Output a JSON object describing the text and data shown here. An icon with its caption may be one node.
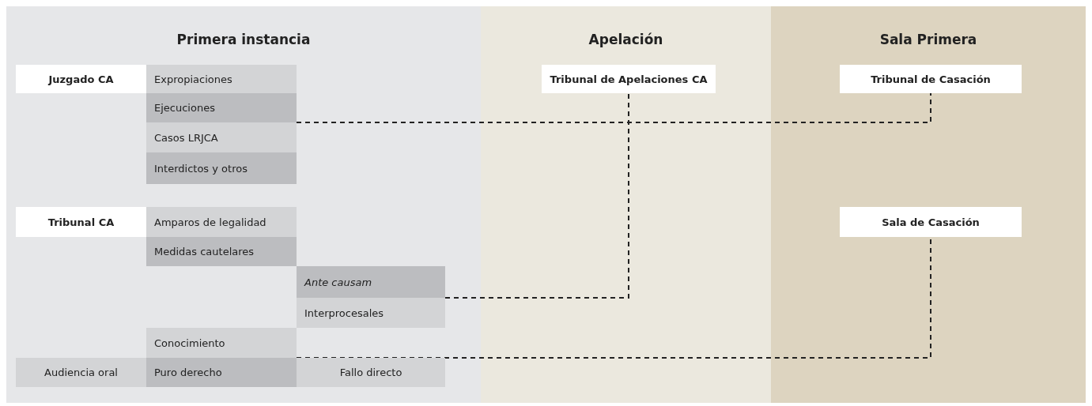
{
  "diagram": {
    "nodes": [
      {
        "text": [
          "Primera instancia"
        ]
      },
      {
        "text": [
          "Apelación"
        ]
      },
      {
        "text": [
          "Sala Primera"
        ]
      },
      {
        "text": [
          "Juzgado CA"
        ],
        "in": 0
      },
      {
        "text": [
          "Expropiaciones"
        ],
        "in": 0
      },
      {
        "text": [
          "Ejecuciones"
        ],
        "in": 0
      },
      {
        "text": [
          "Casos LRJCA"
        ],
        "in": 0
      },
      {
        "text": [
          "Interdictos y otros"
        ],
        "in": 0
      },
      {
        "text": [
          "Tribunal CA"
        ],
        "in": 0
      },
      {
        "text": [
          "Amparos de legalidad"
        ],
        "in": 0
      },
      {
        "text": [
          "Medidas cautelares"
        ],
        "in": 0
      },
      {
        "text": [
          "Ante causam"
        ],
        "in": 0
      },
      {
        "text": [
          "Interprocesales"
        ],
        "in": 0
      },
      {
        "text": [
          "Conocimiento"
        ],
        "in": 0
      },
      {
        "text": [
          "Audiencia oral"
        ],
        "in": 0
      },
      {
        "text": [
          "Puro derecho"
        ],
        "in": 0
      },
      {
        "text": [
          "Fallo directo"
        ],
        "in": 0
      },
      {
        "text": [
          "Tribunal de Apelaciones CA"
        ],
        "in": 1
      },
      {
        "text": [
          "Tribunal de Casación"
        ],
        "in": 2
      },
      {
        "text": [
          "Sala de Casación"
        ],
        "in": 2
      }
    ],
    "edges": [
      {
        "from": 5,
        "to": 18,
        "arrow": "none",
        "style": "dashed"
      },
      {
        "from": 11,
        "to": 17,
        "arrow": "none",
        "style": "dashed"
      },
      {
        "from": 13,
        "to": 19,
        "arrow": "none",
        "style": "dashed"
      }
    ]
  }
}
